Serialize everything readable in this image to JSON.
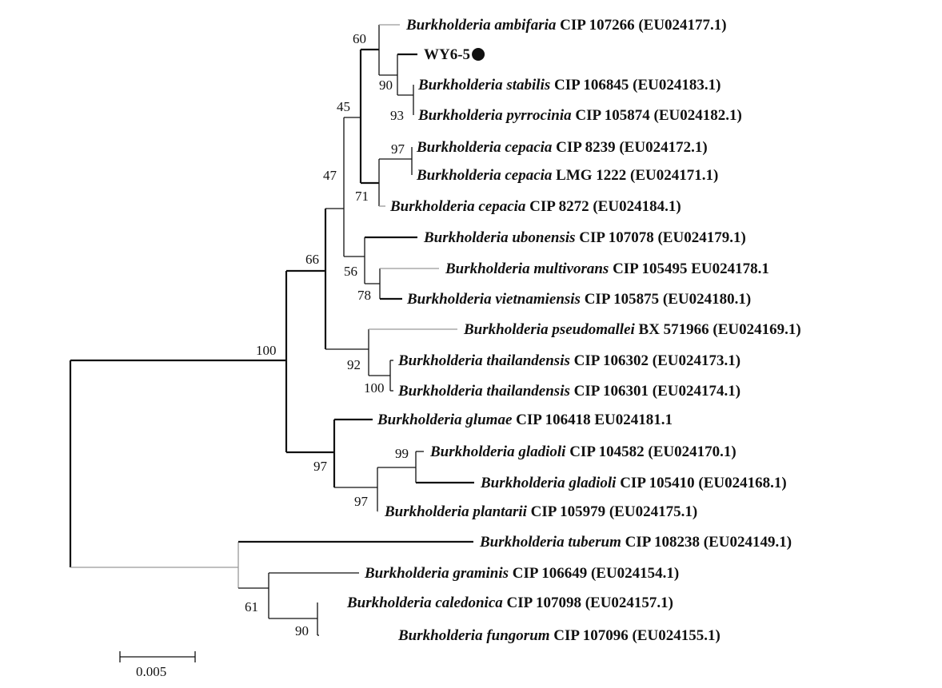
{
  "taxa": [
    {
      "id": "t1",
      "genus": "Burkholderia",
      "species": "ambifaria",
      "rest": "CIP 107266 (EU024177.1)"
    },
    {
      "id": "t2",
      "genus": "",
      "species": "",
      "rest": "WY6-5",
      "marker": "filled-circle"
    },
    {
      "id": "t3",
      "genus": "Burkholderia",
      "species": "stabilis",
      "rest": "CIP 106845 (EU024183.1)"
    },
    {
      "id": "t4",
      "genus": "Burkholderia",
      "species": "pyrrocinia",
      "rest": "CIP 105874 (EU024182.1)"
    },
    {
      "id": "t5",
      "genus": "Burkholderia",
      "species": "cepacia",
      "rest": "CIP 8239 (EU024172.1)"
    },
    {
      "id": "t6",
      "genus": "Burkholderia",
      "species": "cepacia",
      "rest": "LMG 1222 (EU024171.1)"
    },
    {
      "id": "t7",
      "genus": "Burkholderia",
      "species": "cepacia",
      "rest": "CIP 8272 (EU024184.1)"
    },
    {
      "id": "t8",
      "genus": "Burkholderia",
      "species": "ubonensis",
      "rest": "CIP 107078 (EU024179.1)"
    },
    {
      "id": "t9",
      "genus": "Burkholderia",
      "species": "multivorans",
      "rest": "CIP 105495 EU024178.1"
    },
    {
      "id": "t10",
      "genus": "Burkholderia",
      "species": "vietnamiensis",
      "rest": "CIP 105875 (EU024180.1)"
    },
    {
      "id": "t11",
      "genus": "Burkholderia",
      "species": "pseudomallei",
      "rest": "BX 571966 (EU024169.1)"
    },
    {
      "id": "t12",
      "genus": "Burkholderia",
      "species": "thailandensis",
      "rest": "CIP 106302 (EU024173.1)"
    },
    {
      "id": "t13",
      "genus": "Burkholderia",
      "species": "thailandensis",
      "rest": "CIP 106301 (EU024174.1)"
    },
    {
      "id": "t14",
      "genus": "Burkholderia",
      "species": "glumae",
      "rest": "CIP 106418 EU024181.1"
    },
    {
      "id": "t15",
      "genus": "Burkholderia",
      "species": "gladioli",
      "rest": "CIP 104582 (EU024170.1)"
    },
    {
      "id": "t16",
      "genus": "Burkholderia",
      "species": "gladioli",
      "rest": "CIP 105410 (EU024168.1)"
    },
    {
      "id": "t17",
      "genus": "Burkholderia",
      "species": "plantarii",
      "rest": "CIP 105979 (EU024175.1)"
    },
    {
      "id": "t18",
      "genus": "Burkholderia",
      "species": "tuberum",
      "rest": "CIP 108238 (EU024149.1)"
    },
    {
      "id": "t19",
      "genus": "Burkholderia",
      "species": "graminis",
      "rest": "CIP 106649 (EU024154.1)"
    },
    {
      "id": "t20",
      "genus": "Burkholderia",
      "species": "caledonica",
      "rest": "CIP 107098 (EU024157.1)"
    },
    {
      "id": "t21",
      "genus": "Burkholderia",
      "species": "fungorum",
      "rest": "CIP 107096 (EU024155.1)"
    }
  ],
  "bootstrap_values": [
    "60",
    "90",
    "93",
    "45",
    "97",
    "71",
    "47",
    "66",
    "56",
    "78",
    "100",
    "92",
    "100",
    "97",
    "99",
    "97",
    "61",
    "90"
  ],
  "scale_bar": {
    "label": "0.005"
  },
  "colors": {
    "branch": "#111111",
    "light_branch": "#999999",
    "text": "#111111",
    "background": "#ffffff"
  }
}
